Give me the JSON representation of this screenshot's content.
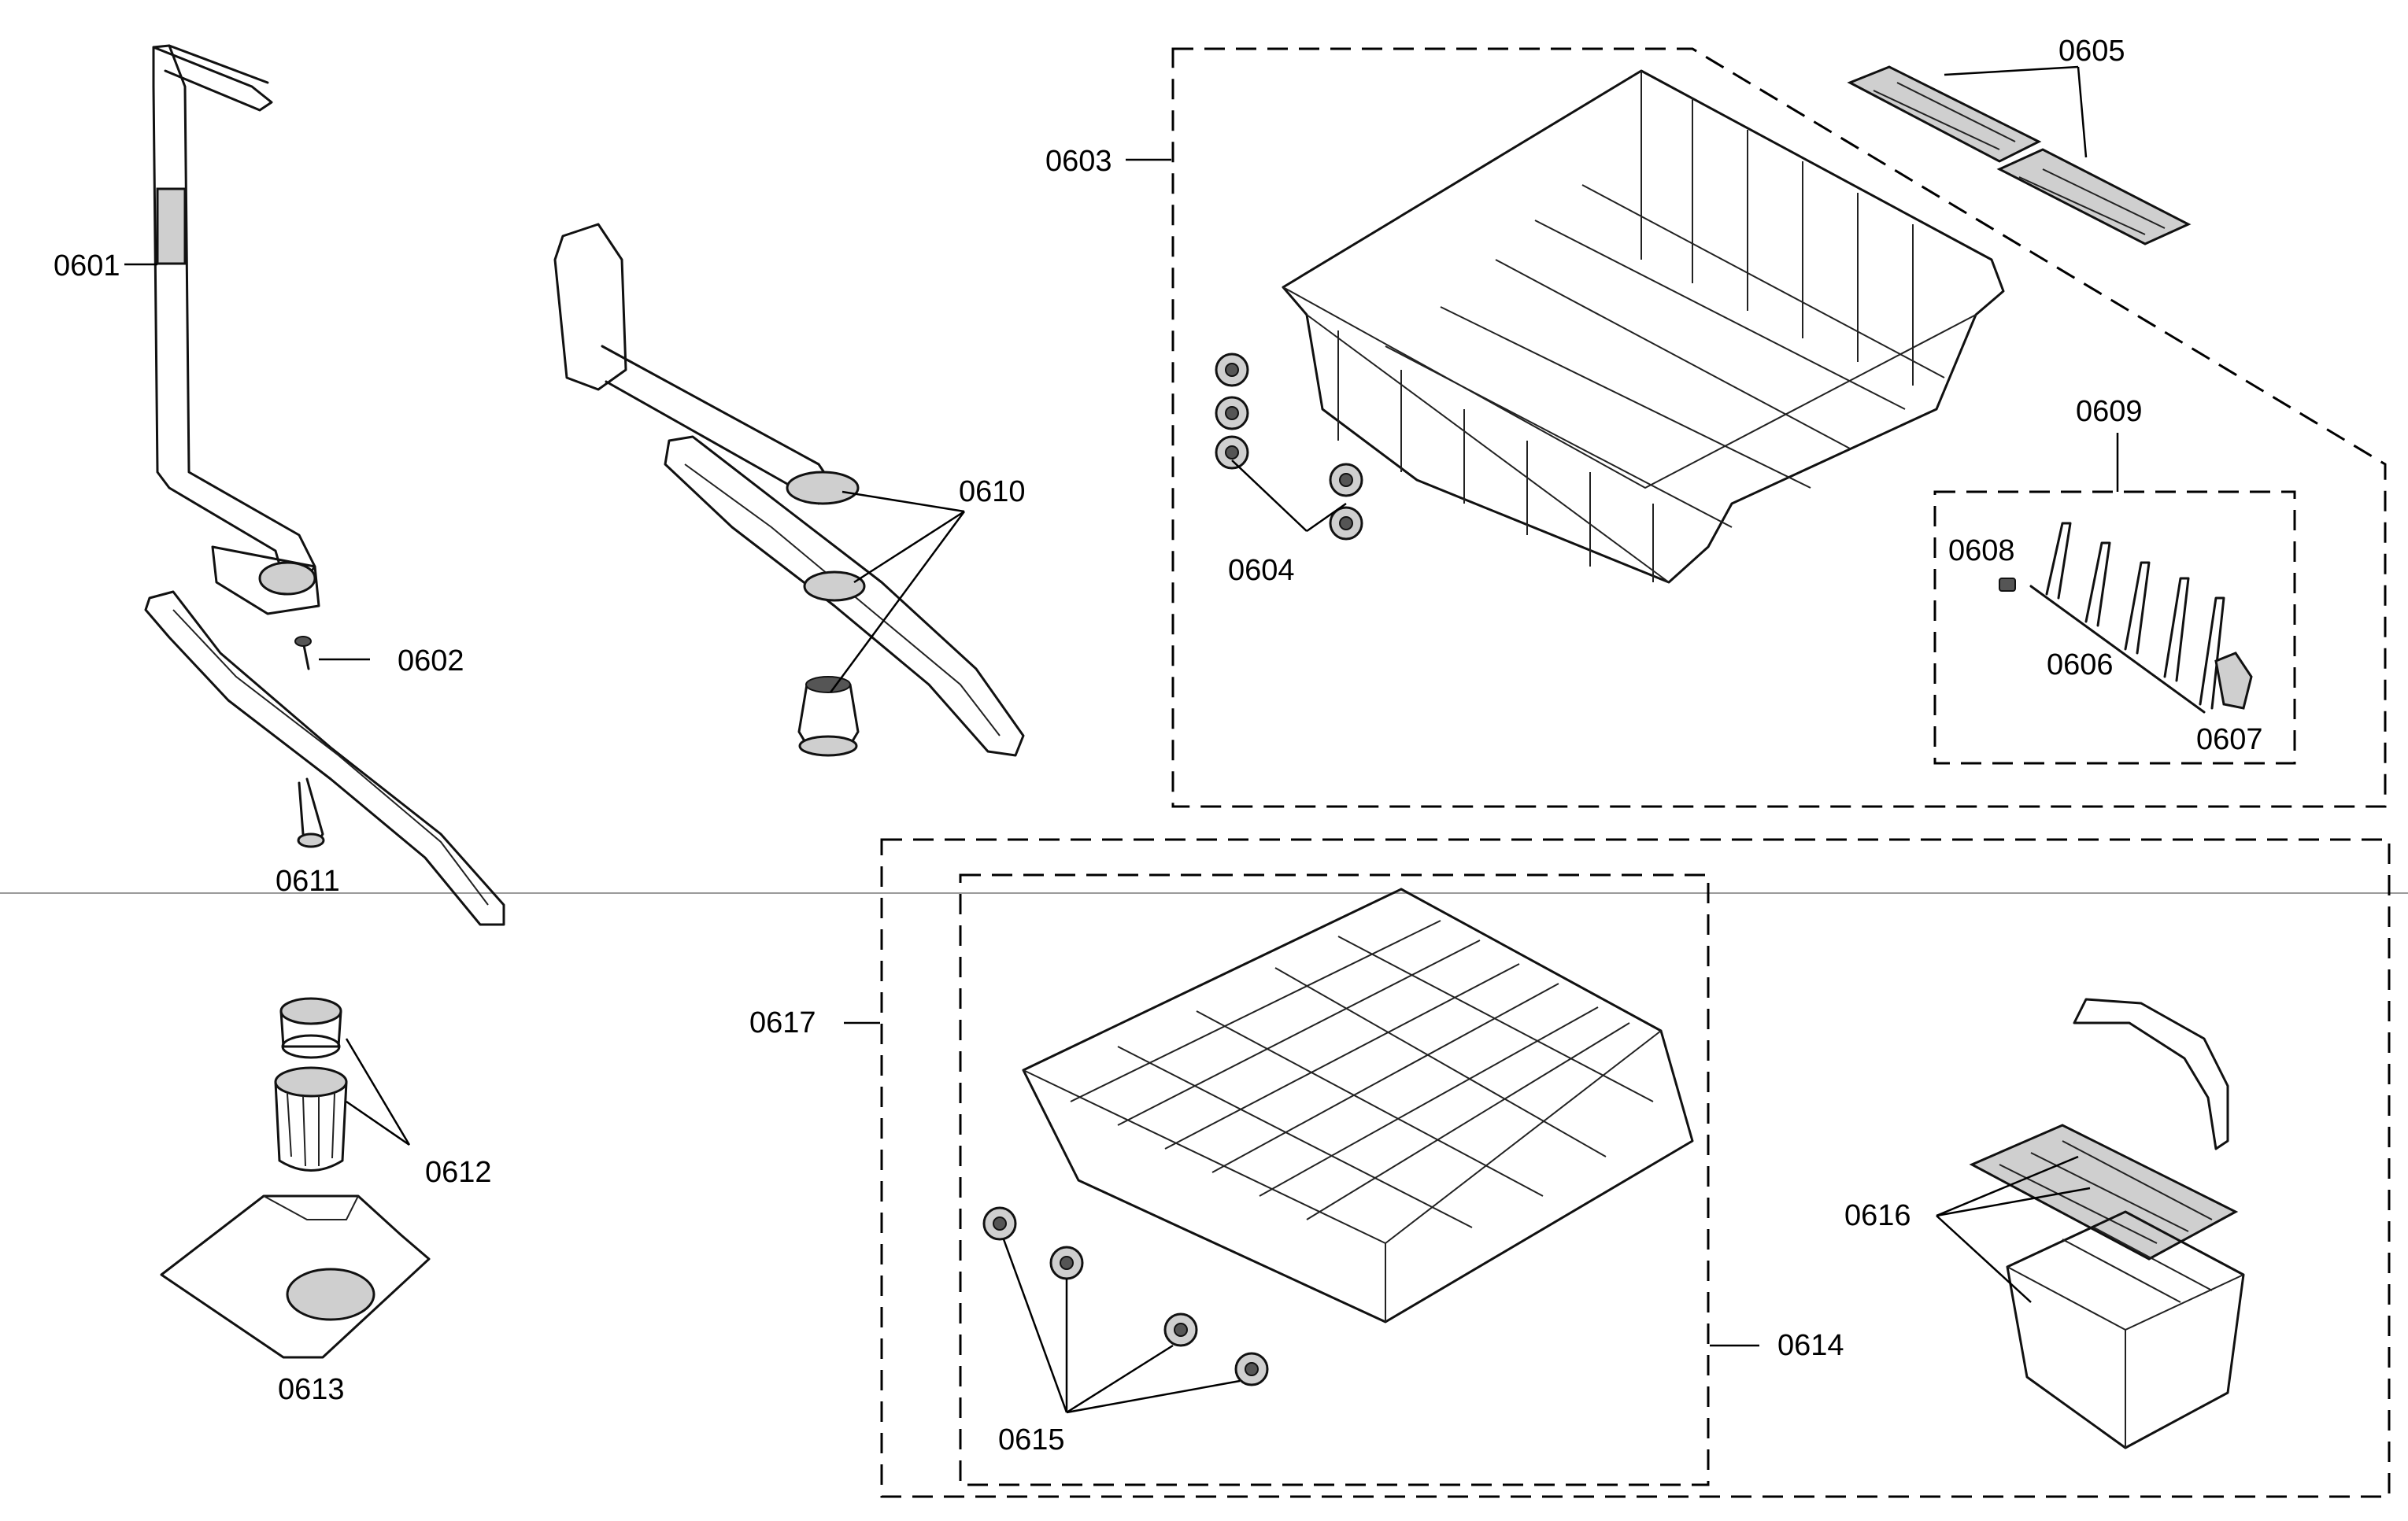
{
  "labels": {
    "p0601": "0601",
    "p0602": "0602",
    "p0603": "0603",
    "p0604": "0604",
    "p0605": "0605",
    "p0606": "0606",
    "p0607": "0607",
    "p0608": "0608",
    "p0609": "0609",
    "p0610": "0610",
    "p0611": "0611",
    "p0612": "0612",
    "p0613": "0613",
    "p0614": "0614",
    "p0615": "0615",
    "p0616": "0616",
    "p0617": "0617"
  }
}
